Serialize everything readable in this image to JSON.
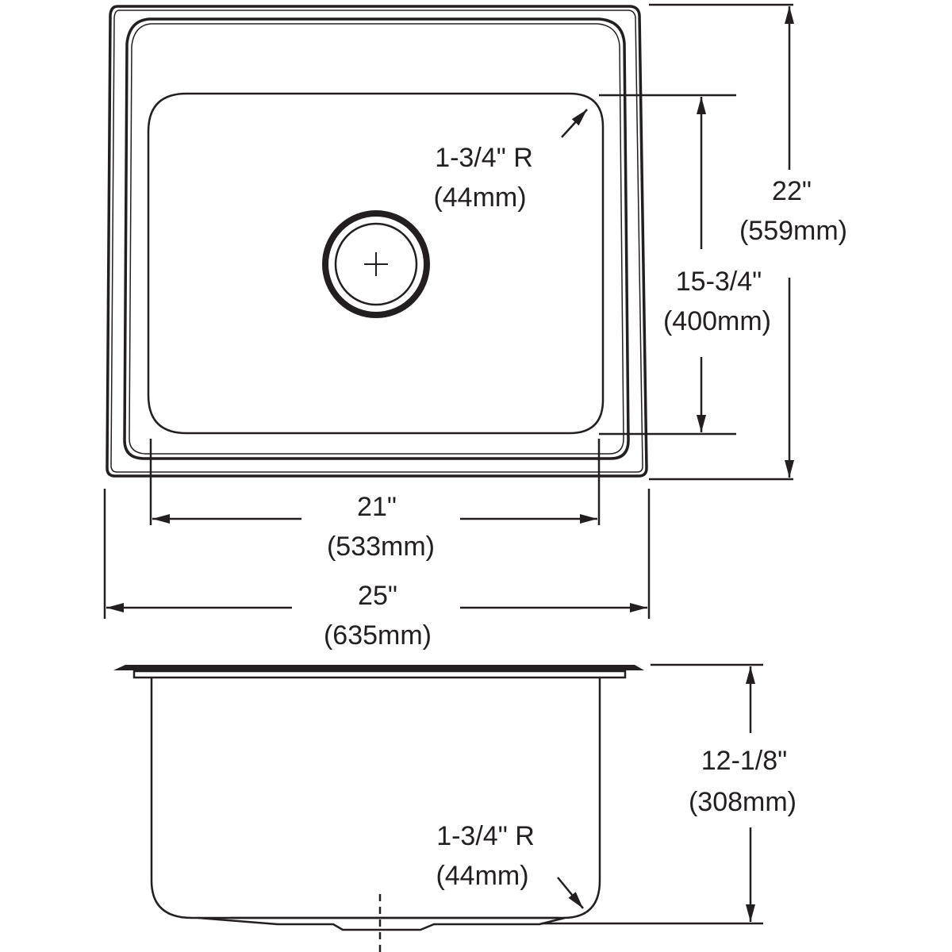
{
  "diagram": {
    "title": "Sink dimension drawing",
    "views": [
      "top-view",
      "side-view"
    ],
    "line_color": "#231f20",
    "background": "#ffffff"
  },
  "dimensions": {
    "corner_radius_top": {
      "imperial": "1-3/4\" R",
      "metric": "(44mm)"
    },
    "overall_depth": {
      "imperial": "22\"",
      "metric": "(559mm)"
    },
    "bowl_depth": {
      "imperial": "15-3/4\"",
      "metric": "(400mm)"
    },
    "bowl_width": {
      "imperial": "21\"",
      "metric": "(533mm)"
    },
    "overall_width": {
      "imperial": "25\"",
      "metric": "(635mm)"
    },
    "bowl_height": {
      "imperial": "12-1/8\"",
      "metric": "(308mm)"
    },
    "corner_radius_side": {
      "imperial": "1-3/4\" R",
      "metric": "(44mm)"
    }
  }
}
